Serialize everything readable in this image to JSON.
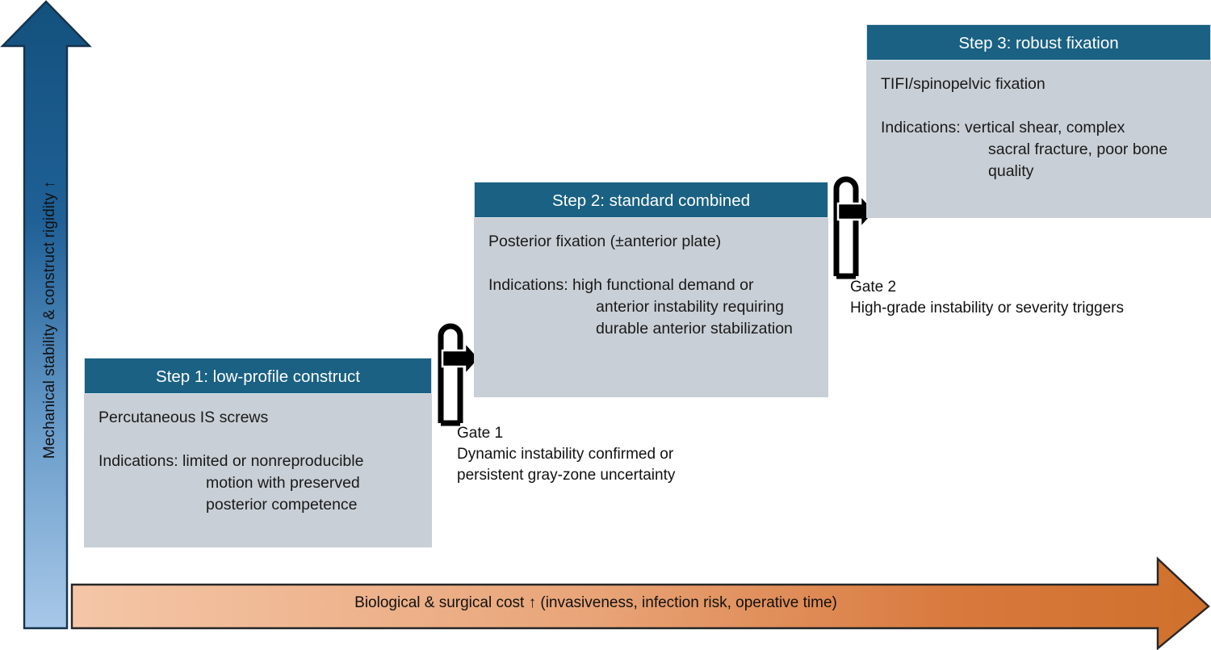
{
  "axes": {
    "vertical": {
      "label": "Mechanical stability & construct rigidity ↑",
      "color_top": "#13517d",
      "color_bottom": "#9dc3e6",
      "direction": "up"
    },
    "horizontal": {
      "label": "Biological & surgical cost ↑ (invasiveness, infection risk, operative time)",
      "color_left": "#f2c0a0",
      "color_right": "#d2702a",
      "direction": "right"
    }
  },
  "theme": {
    "header_bg": "#1a6183",
    "header_text": "#ffffff",
    "body_bg": "#c9cfd6",
    "body_text": "#1a1a1a",
    "gate_stroke": "#000000"
  },
  "steps": [
    {
      "id": "step-1",
      "title": "Step 1: low-profile construct",
      "procedure": "Percutaneous IS screws",
      "indications": "Indications: limited or nonreproducible\nmotion with preserved\nposterior competence"
    },
    {
      "id": "step-2",
      "title": "Step 2: standard combined",
      "procedure": "Posterior fixation (±anterior plate)",
      "indications": "Indications: high functional demand or\nanterior instability requiring\ndurable anterior stabilization"
    },
    {
      "id": "step-3",
      "title": "Step 3: robust fixation",
      "procedure": "TIFI/spinopelvic fixation",
      "indications": "Indications: vertical shear, complex\nsacral fracture, poor bone\nquality"
    }
  ],
  "gates": [
    {
      "id": "gate-1",
      "title": "Gate 1",
      "criteria_line1": "Dynamic instability confirmed or",
      "criteria_line2": "persistent gray-zone uncertainty"
    },
    {
      "id": "gate-2",
      "title": "Gate 2",
      "criteria_line1": "High-grade instability or severity triggers",
      "criteria_line2": ""
    }
  ]
}
